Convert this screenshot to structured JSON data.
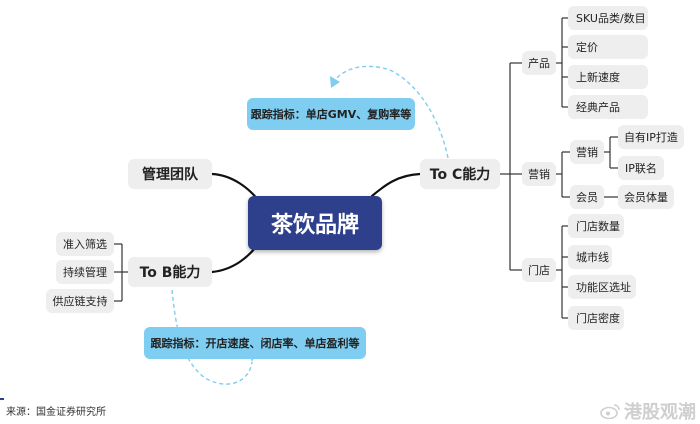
{
  "center": "茶饮品牌",
  "management": "管理团队",
  "to_c": {
    "label": "To C能力",
    "tracking": "跟踪指标：单店GMV、复购率等",
    "product": {
      "label": "产品",
      "items": [
        "SKU品类/数目",
        "定价",
        "上新速度",
        "经典产品"
      ]
    },
    "marketing": {
      "label": "营销",
      "sub": [
        {
          "label": "营销",
          "items": [
            "自有IP打造",
            "IP联名"
          ]
        },
        {
          "label": "会员",
          "items": [
            "会员体量"
          ]
        }
      ]
    },
    "store": {
      "label": "门店",
      "items": [
        "门店数量",
        "城市线",
        "功能区选址",
        "门店密度"
      ]
    }
  },
  "to_b": {
    "label": "To B能力",
    "tracking": "跟踪指标：开店速度、闭店率、单店盈利等",
    "items": [
      "准入筛选",
      "持续管理",
      "供应链支持"
    ]
  },
  "footer": "来源：国金证券研究所",
  "watermark": "港股观潮",
  "colors": {
    "center_bg": "#2e3f8c",
    "tracking_bg": "#7fcdf0",
    "node_bg": "#eeeeee",
    "line": "#111111",
    "dashed": "#7fcdf0"
  }
}
